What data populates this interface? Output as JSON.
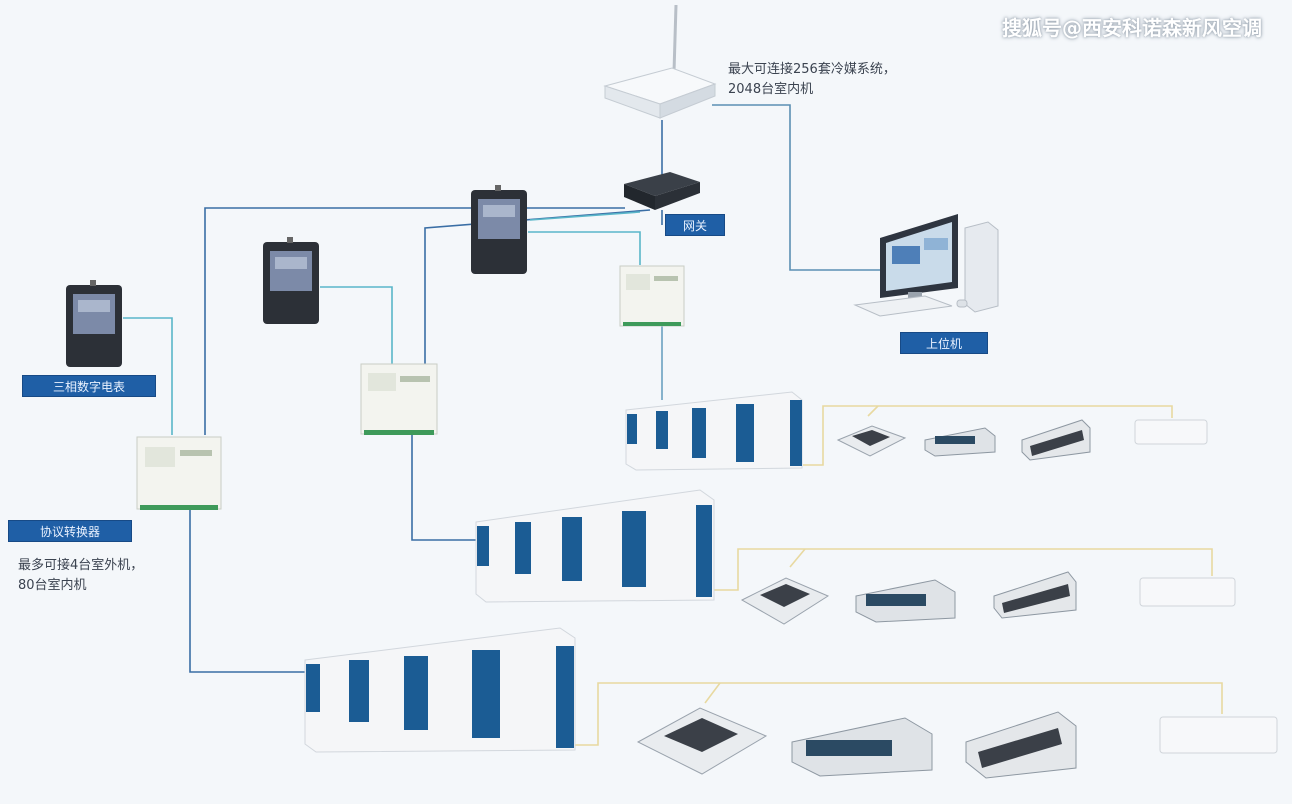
{
  "watermark": "搜狐号@西安科诺森新风空调",
  "labels": {
    "gateway": "网关",
    "host_pc": "上位机",
    "meter": "三相数字电表",
    "adapter": "协议转换器"
  },
  "notes": {
    "router": [
      "最大可连接256套冷媒系统，",
      "2048台室内机"
    ],
    "adapter": [
      "最多可接4台室外机，",
      "80台室内机"
    ]
  },
  "colors": {
    "line_blue": "#3a6ea5",
    "line_cyan": "#59b6c9",
    "line_yellow": "#e8d9a0",
    "label_bg": "#1f5fa6",
    "panel_blue": "#1b5c94"
  }
}
